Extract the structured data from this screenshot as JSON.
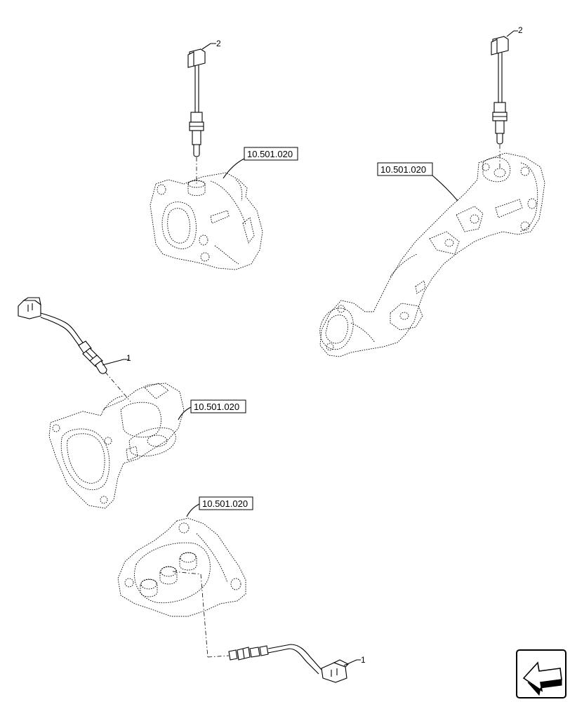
{
  "ref_labels": {
    "top_manifold": "10.501.020",
    "right_pipe": "10.501.020",
    "left_elbow": "10.501.020",
    "bottom_flange": "10.501.020"
  },
  "callouts": {
    "sensor_top_left": "2",
    "sensor_top_right": "2",
    "sensor_mid_left": "1",
    "sensor_bottom": "1"
  },
  "icons": [
    "temperature-sensor-icon",
    "connector-plug-icon",
    "exhaust-part-outline",
    "navigation-arrow-icon"
  ]
}
